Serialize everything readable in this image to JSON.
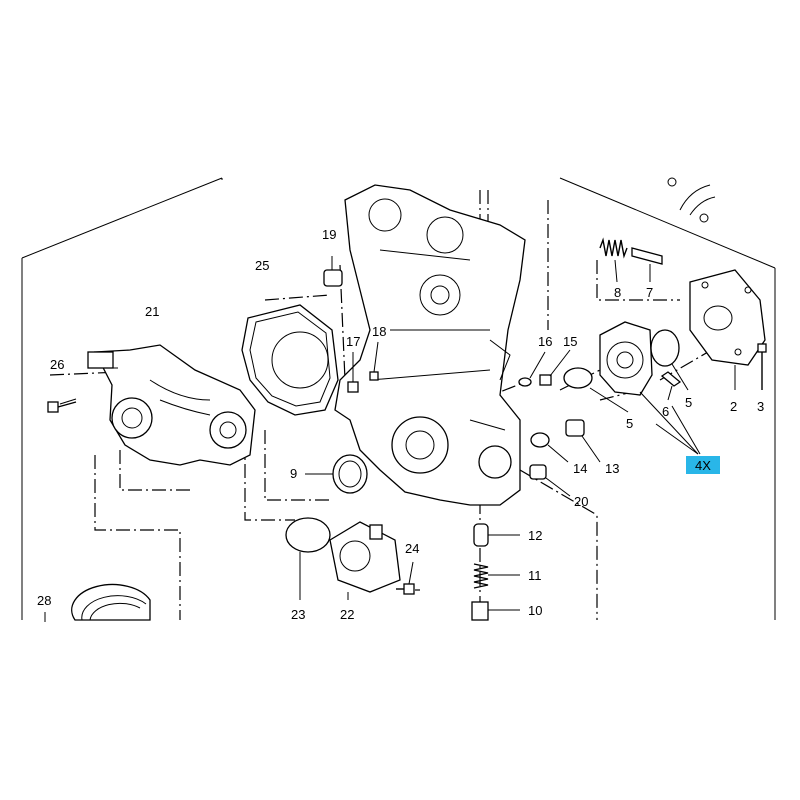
{
  "colors": {
    "background": "#ffffff",
    "line": "#000000",
    "highlight_box": "#29b6e8"
  },
  "labels": {
    "p2": "2",
    "p3": "3",
    "p5a": "5",
    "p5b": "5",
    "p6": "6",
    "p7": "7",
    "p8": "8",
    "p9": "9",
    "p10": "10",
    "p11": "11",
    "p12": "12",
    "p13": "13",
    "p14": "14",
    "p15": "15",
    "p16": "16",
    "p17": "17",
    "p18": "18",
    "p19": "19",
    "p20": "20",
    "p21": "21",
    "p22": "22",
    "p23": "23",
    "p24": "24",
    "p25": "25",
    "p26": "26",
    "p28": "28",
    "qty": "4X"
  }
}
